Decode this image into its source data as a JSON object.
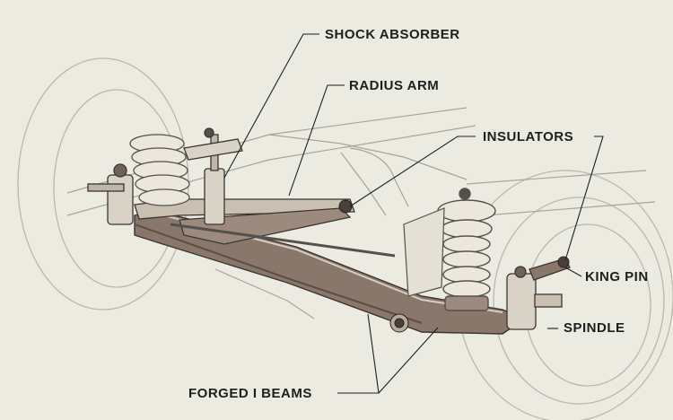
{
  "labels": {
    "shock_absorber": "SHOCK ABSORBER",
    "radius_arm": "RADIUS ARM",
    "insulators": "INSULATORS",
    "king_pin": "KING PIN",
    "spindle": "SPINDLE",
    "forged_i_beams": "FORGED I BEAMS"
  },
  "colors": {
    "background": "#ecebe2",
    "outline": "#6e6e6e",
    "metal_light": "#d8d3c6",
    "metal_dark": "#7d6a5f",
    "spring": "#e6e2d6",
    "leader": "#1e1e1e"
  }
}
